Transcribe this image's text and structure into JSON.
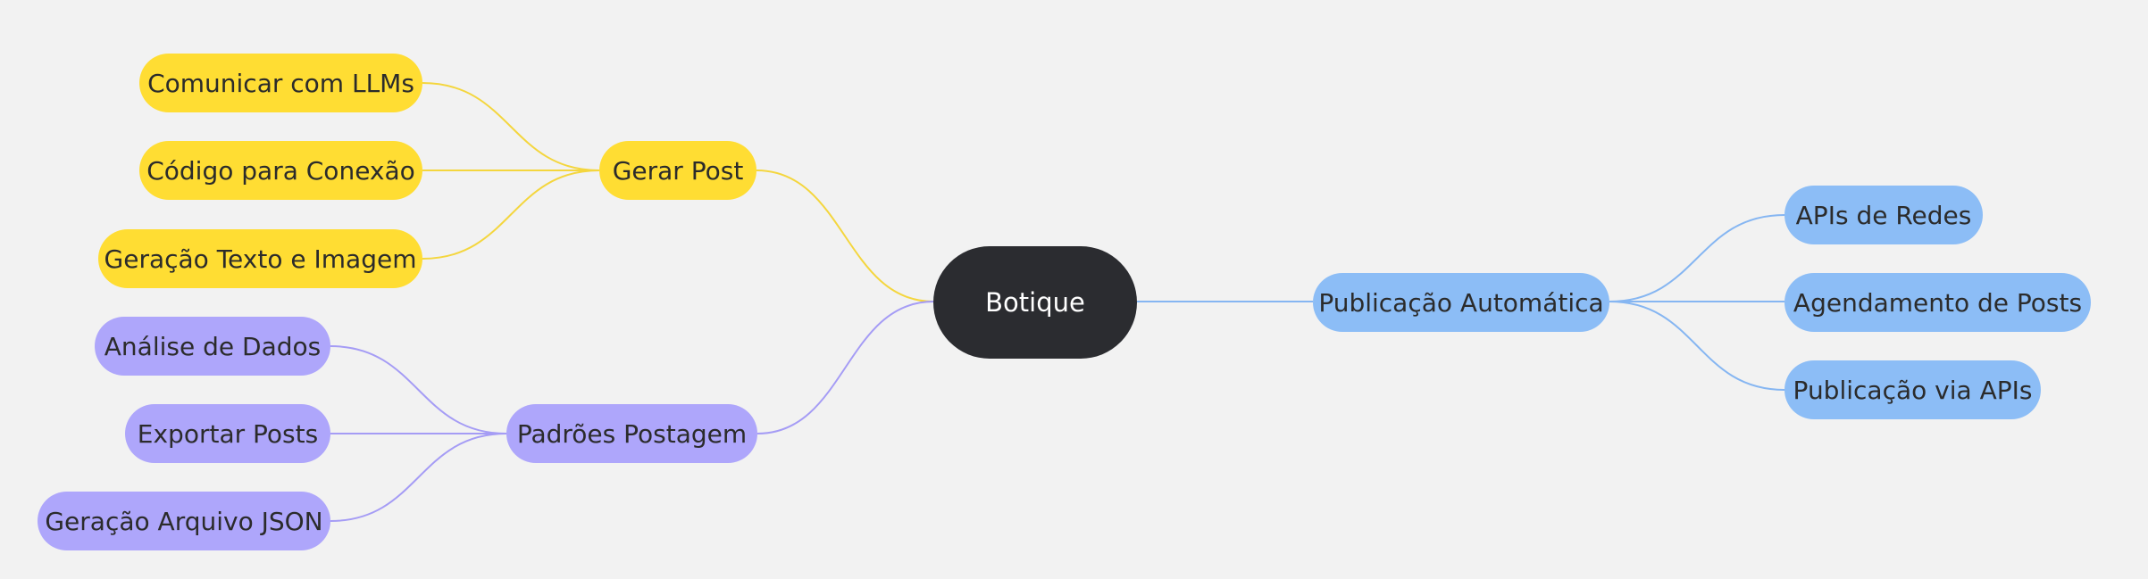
{
  "mindmap": {
    "root": {
      "label": "Botique"
    },
    "branches": [
      {
        "label": "Gerar Post",
        "color": "#ffdd33",
        "children": [
          {
            "label": "Comunicar com LLMs"
          },
          {
            "label": "Código para Conexão"
          },
          {
            "label": "Geração Texto e Imagem"
          }
        ]
      },
      {
        "label": "Padrões Postagem",
        "color": "#aea6fb",
        "children": [
          {
            "label": "Análise de Dados"
          },
          {
            "label": "Exportar Posts"
          },
          {
            "label": "Geração Arquivo JSON"
          }
        ]
      },
      {
        "label": "Publicação Automática",
        "color": "#8cbdf6",
        "children": [
          {
            "label": "APIs de Redes"
          },
          {
            "label": "Agendamento de Posts"
          },
          {
            "label": "Publicação via APIs"
          }
        ]
      }
    ],
    "background": "#f2f2f2",
    "root_color": "#2b2c30"
  }
}
